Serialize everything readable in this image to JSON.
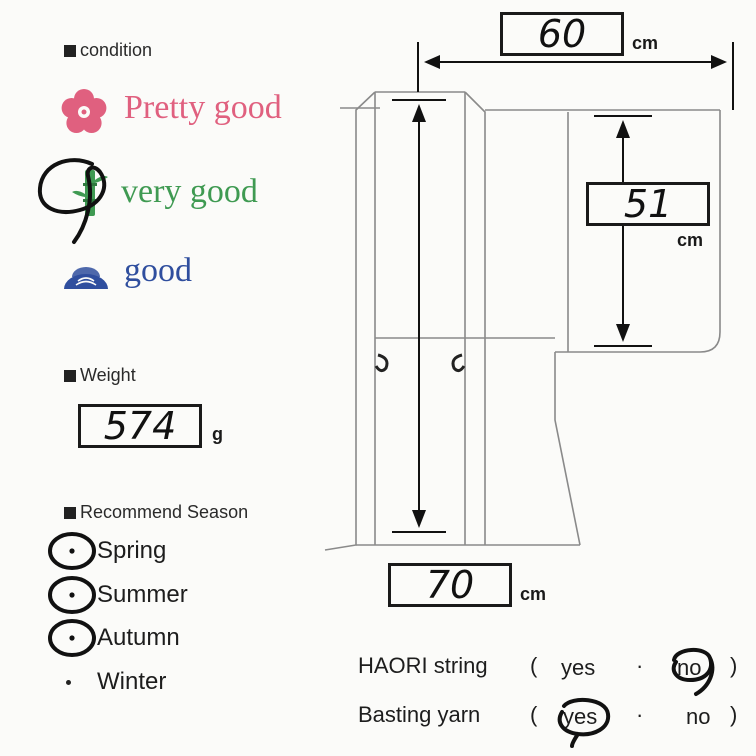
{
  "condition": {
    "label": "condition",
    "options": [
      {
        "label": "Pretty good",
        "color": "#e0607f",
        "icon": "plum-blossom-icon"
      },
      {
        "label": "very good",
        "color": "#3f9a52",
        "icon": "bamboo-icon",
        "circled": true
      },
      {
        "label": "good",
        "color": "#2f4e9e",
        "icon": "pine-icon"
      }
    ]
  },
  "weight": {
    "label": "Weight",
    "value": "574",
    "unit": "g"
  },
  "season": {
    "label": "Recommend Season",
    "items": [
      {
        "label": "Spring",
        "circled": true
      },
      {
        "label": "Summer",
        "circled": true
      },
      {
        "label": "Autumn",
        "circled": true
      },
      {
        "label": "Winter",
        "circled": false
      }
    ]
  },
  "measurements": {
    "sleeve_span": {
      "value": "60",
      "unit": "cm"
    },
    "sleeve_length": {
      "value": "51",
      "unit": "cm"
    },
    "body_length": {
      "value": "70",
      "unit": "cm"
    }
  },
  "haori_string": {
    "label": "HAORI string",
    "yes": "yes",
    "no": "no",
    "circled": "no"
  },
  "basting_yarn": {
    "label": "Basting yarn",
    "yes": "yes",
    "no": "no",
    "circled": "yes"
  },
  "colors": {
    "line": "#8a8a8a",
    "ink": "#111111"
  }
}
